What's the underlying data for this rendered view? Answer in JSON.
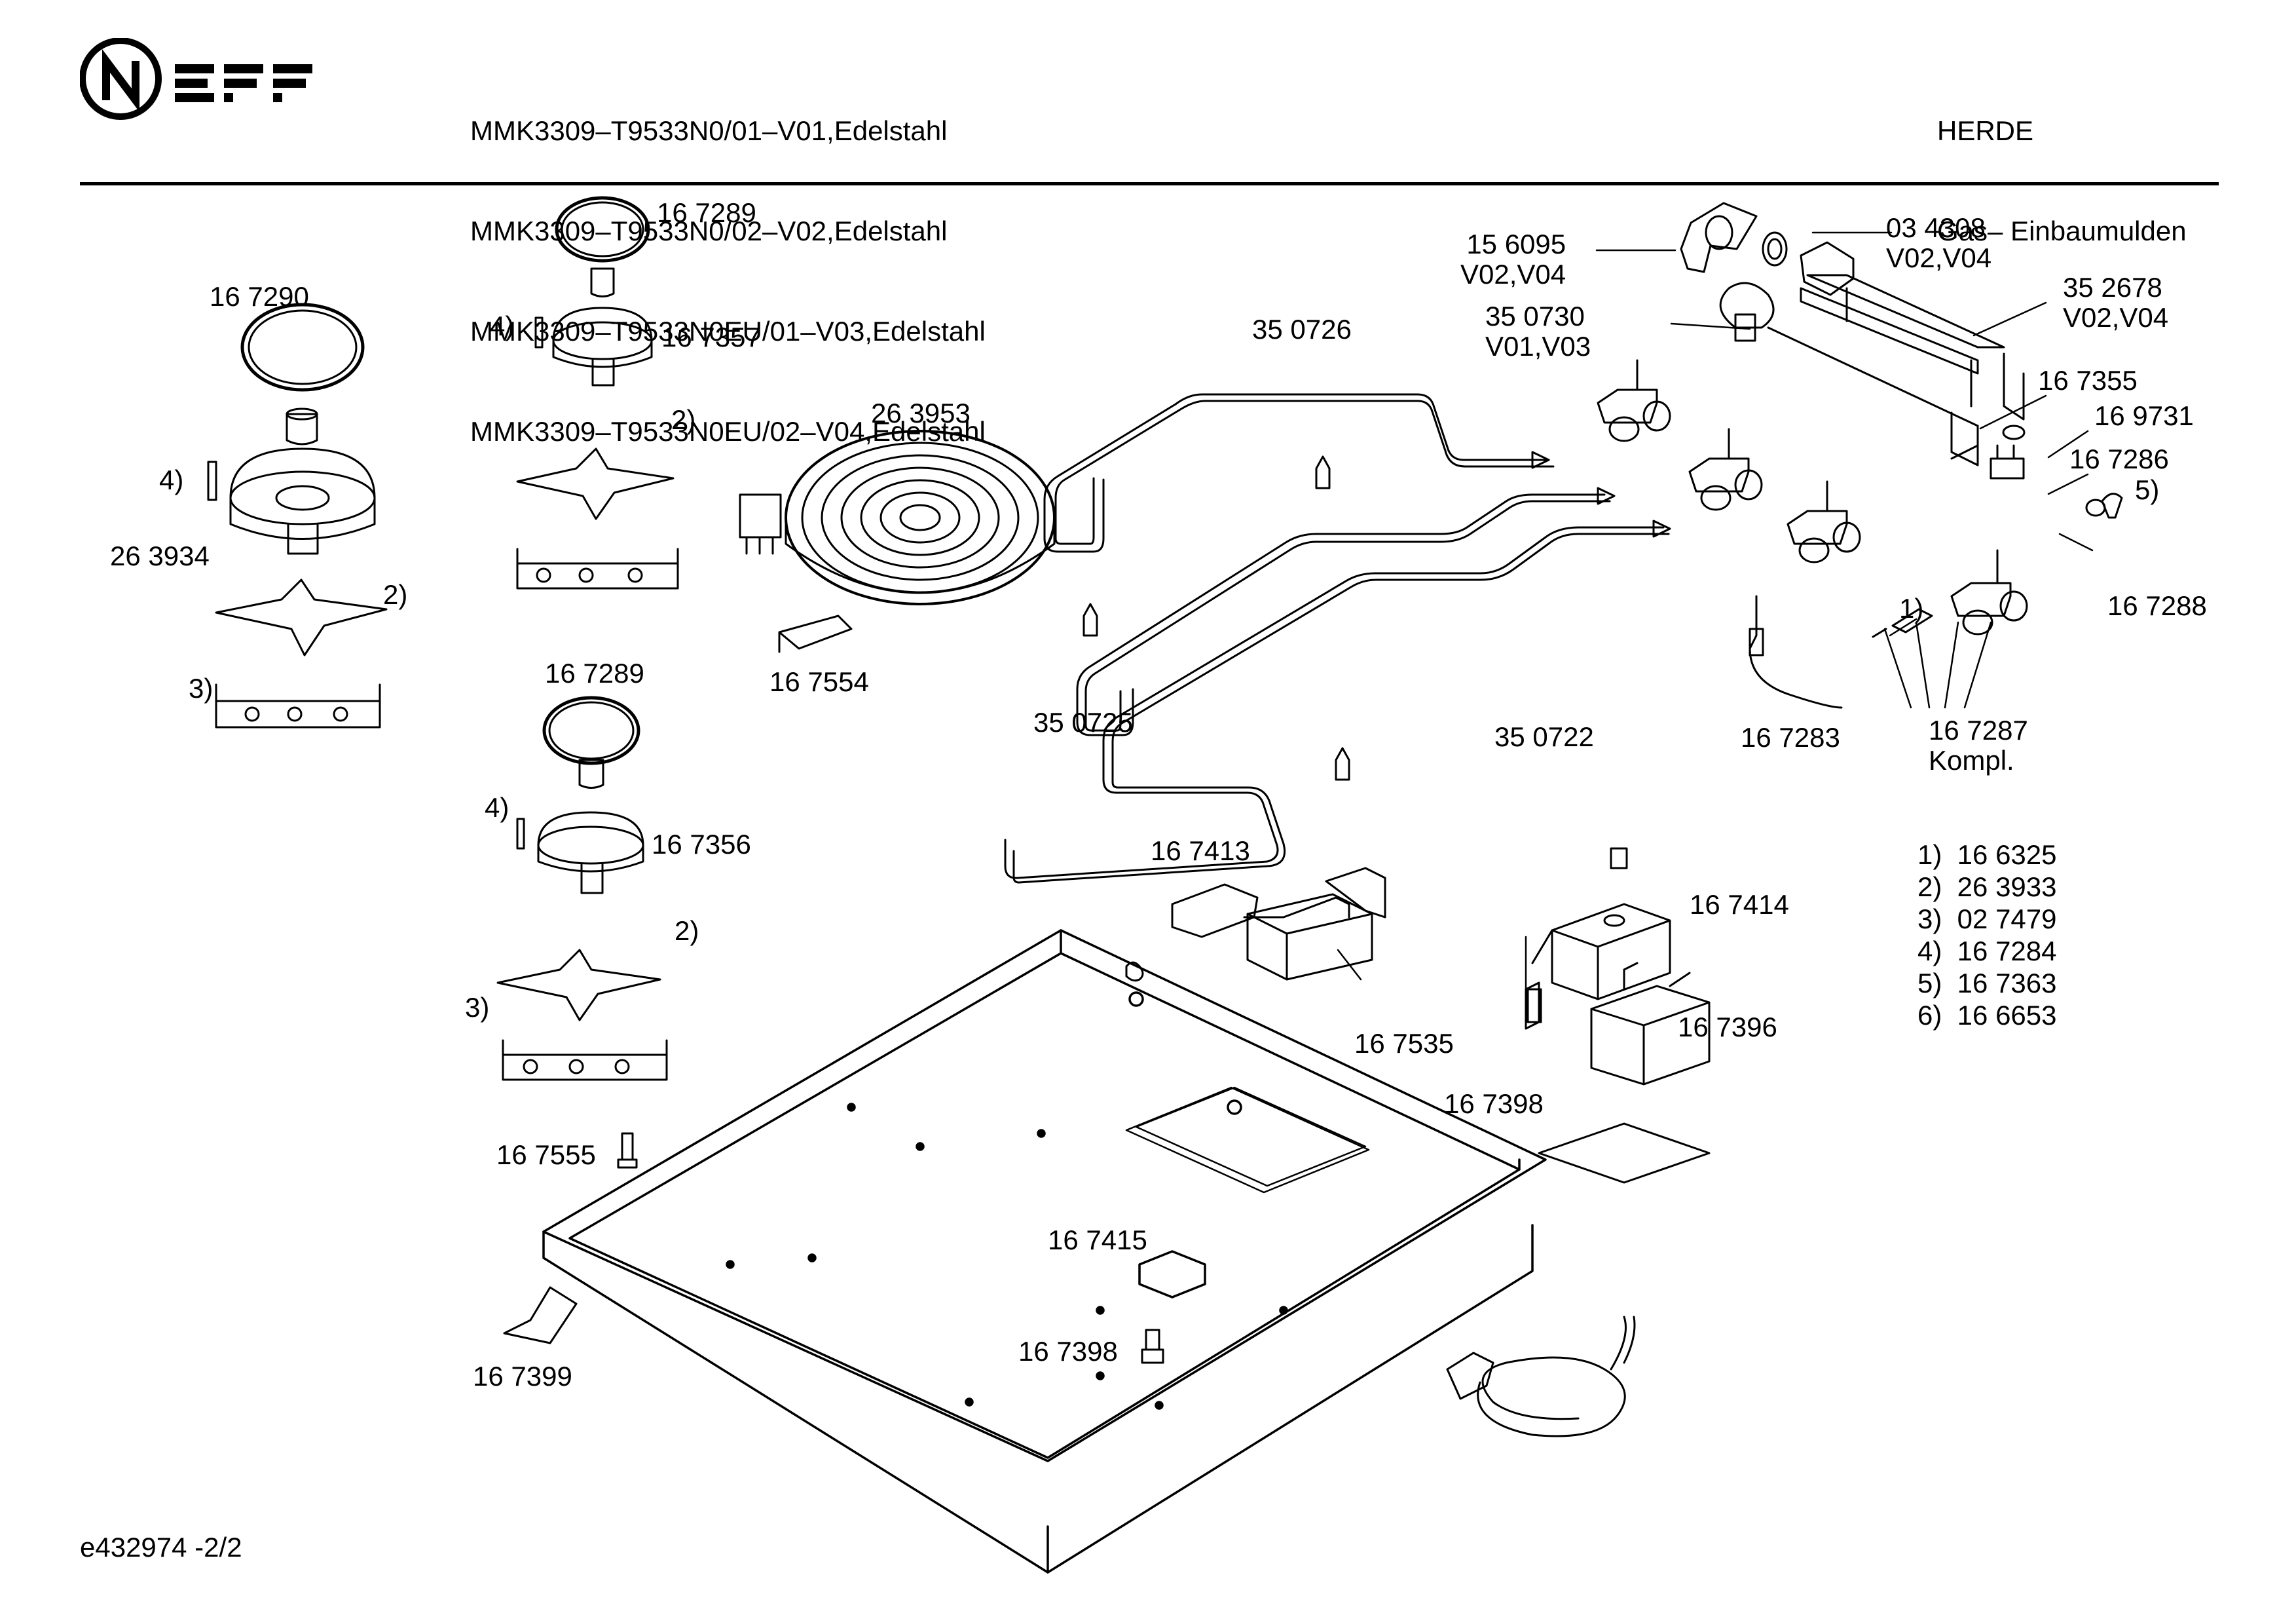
{
  "header": {
    "brand": "NEFF",
    "models": [
      "MMK3309–T9533N0/01–V01,Edelstahl",
      "MMK3309–T9533N0/02–V02,Edelstahl",
      "MMK3309–T9533N0EU/01–V03,Edelstahl",
      "MMK3309–T9533N0EU/02–V04,Edelstahl"
    ],
    "category": "HERDE",
    "subcategory": "Gas– Einbaumulden"
  },
  "parts": [
    {
      "id": "p1",
      "text": "16 7290"
    },
    {
      "id": "p2",
      "text": "4)"
    },
    {
      "id": "p3",
      "text": "26 3934"
    },
    {
      "id": "p4",
      "text": "2)"
    },
    {
      "id": "p5",
      "text": "3)"
    },
    {
      "id": "p6",
      "text": "16 7289"
    },
    {
      "id": "p7",
      "text": "4)"
    },
    {
      "id": "p8",
      "text": "16 7357"
    },
    {
      "id": "p9",
      "text": "2)"
    },
    {
      "id": "p10",
      "text": "26 3953"
    },
    {
      "id": "p11",
      "text": "16 7554"
    },
    {
      "id": "p12",
      "text": "16 7289"
    },
    {
      "id": "p13",
      "text": "4)"
    },
    {
      "id": "p14",
      "text": "16 7356"
    },
    {
      "id": "p15",
      "text": "2)"
    },
    {
      "id": "p16",
      "text": "3)"
    },
    {
      "id": "p17",
      "text": "16 7555"
    },
    {
      "id": "p18",
      "text": "16 7399"
    },
    {
      "id": "p19",
      "text": "35 0726"
    },
    {
      "id": "p20",
      "text": "15 6095\nV02,V04"
    },
    {
      "id": "p21",
      "text": "35 0730\nV01,V03"
    },
    {
      "id": "p22",
      "text": "03 4308\nV02,V04"
    },
    {
      "id": "p23",
      "text": "35 2678\nV02,V04"
    },
    {
      "id": "p24",
      "text": "16 7355"
    },
    {
      "id": "p25",
      "text": "16 9731"
    },
    {
      "id": "p26",
      "text": "16 7286"
    },
    {
      "id": "p27",
      "text": "5)"
    },
    {
      "id": "p28",
      "text": "16 7288"
    },
    {
      "id": "p29",
      "text": "1)"
    },
    {
      "id": "p30",
      "text": "16 7287\nKompl."
    },
    {
      "id": "p31",
      "text": "16 7283"
    },
    {
      "id": "p32",
      "text": "35 0725"
    },
    {
      "id": "p33",
      "text": "35 0722"
    },
    {
      "id": "p34",
      "text": "16 7413"
    },
    {
      "id": "p35",
      "text": "16 7535"
    },
    {
      "id": "p36",
      "text": "16 7414"
    },
    {
      "id": "p37",
      "text": "16 7396"
    },
    {
      "id": "p38",
      "text": "16 7398"
    },
    {
      "id": "p39",
      "text": "16 7415"
    },
    {
      "id": "p40",
      "text": "16 7398"
    }
  ],
  "legend": [
    "1)  16 6325",
    "2)  26 3933",
    "3)  02 7479",
    "4)  16 7284",
    "5)  16 7363",
    "6)  16 6653"
  ],
  "footer": {
    "doc_id": "e432974 -2/2"
  }
}
